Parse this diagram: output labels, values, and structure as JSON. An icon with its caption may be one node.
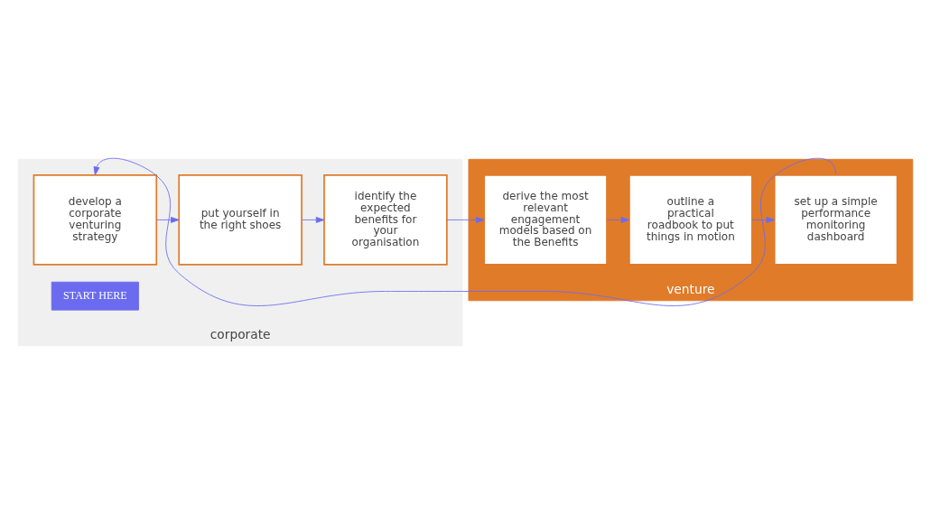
{
  "diagram": {
    "nodes": [
      {
        "text": [
          "corporate"
        ]
      },
      {
        "text": [
          "venture"
        ]
      },
      {
        "text": [
          "put yourself in the right shoes"
        ],
        "in": 0
      },
      {
        "text": [
          "identify the expected benefits for your organisation"
        ],
        "in": 0
      },
      {
        "text": [
          "derive the most relevant engagement models based on the Benefits"
        ],
        "in": 1
      },
      {
        "text": [
          "outline a practical roadbook to put things in motion"
        ],
        "in": 1
      },
      {
        "text": [
          "develop a corporate venturing strategy"
        ],
        "in": 0
      },
      {
        "text": [
          "set up a simple performance monitoring dashboard"
        ],
        "in": 1
      },
      {
        "text": [
          "START HERE"
        ],
        "in": 0
      }
    ],
    "edges": [
      {
        "from": 6,
        "to": 2,
        "arrow": "to"
      },
      {
        "from": 2,
        "to": 3,
        "arrow": "to"
      },
      {
        "from": 3,
        "to": 4,
        "arrow": "to"
      },
      {
        "from": 4,
        "to": 5,
        "arrow": "to"
      },
      {
        "from": 5,
        "to": 7,
        "arrow": "to"
      },
      {
        "from": 7,
        "to": 6,
        "arrow": "to"
      }
    ]
  }
}
